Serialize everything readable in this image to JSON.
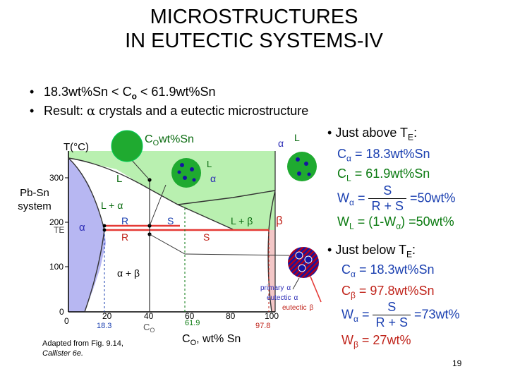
{
  "title": {
    "line1": "MICROSTRUCTURES",
    "line2": "IN EUTECTIC SYSTEMS-IV"
  },
  "bullets": [
    {
      "pre": "18.3wt%Sn < C",
      "sub": "o",
      "post": " < 61.9wt%Sn"
    },
    {
      "pre": "Result:  ",
      "alpha": "α",
      "post": " crystals and a eutectic microstructure"
    }
  ],
  "diagram": {
    "axis_title_y": "T(°C)",
    "composition_label": "C",
    "composition_sub": "O",
    "composition_suffix": "wt%Sn",
    "y_ticks": [
      "300",
      "200",
      "100",
      "0"
    ],
    "te_label": "TE",
    "x_ticks": [
      "0",
      "20",
      "40",
      "60",
      "80",
      "100"
    ],
    "marked_values": [
      "18.3",
      "61.9",
      "97.8"
    ],
    "x_axis_label_c": "C",
    "x_axis_label_sub": "O",
    "x_axis_label_suffix": ", wt% Sn",
    "co_label": "C",
    "co_sub": "O",
    "region_labels": {
      "L": "L",
      "L_alpha": "L + α",
      "alpha": "α",
      "alpha_beta": "α + β",
      "L_beta": "L + β",
      "beta": "β",
      "R": "R",
      "S": "S",
      "L_small": "L",
      "alpha_small": "α",
      "alpha_top": "α",
      "L_top": "L"
    },
    "legend_primary": "primary",
    "legend_primary_alpha": "α",
    "legend_eutectic": "eutectic",
    "legend_eutectic_alpha": "α",
    "legend_eutectic2": "eutectic",
    "legend_eutectic_beta": "β",
    "colors": {
      "liquid": "#b9f0b0",
      "alpha": "#b7b7f2",
      "beta": "#f3c7c7",
      "green_circle": "#1faa30",
      "tie_line": "#e53935",
      "primary_dot": "#1515a0",
      "eutectic_stripe": "#b00020"
    }
  },
  "pbsn_label": {
    "line1": "Pb-Sn",
    "line2": "system"
  },
  "above": {
    "heading": "Just above T",
    "heading_sub": "E",
    "heading_post": ":",
    "c_alpha_label": "C",
    "c_alpha_sub": "α",
    "c_alpha_value": " = 18.3wt%Sn",
    "c_L_label": "C",
    "c_L_sub": "L",
    "c_L_value": " = 61.9wt%Sn",
    "w_alpha_label": "W",
    "w_alpha_sub": "α",
    "w_alpha_eq": " =",
    "w_alpha_num": "S",
    "w_alpha_den": "R + S",
    "w_alpha_result": "=50wt%",
    "w_L_label": "W",
    "w_L_sub": "L",
    "w_L_value": " = (1-W",
    "w_L_sub2": "α",
    "w_L_result": ") =50wt%"
  },
  "below": {
    "heading": "Just below T",
    "heading_sub": "E",
    "heading_post": ":",
    "c_alpha_label": "C",
    "c_alpha_sub": "α",
    "c_alpha_value": " = 18.3wt%Sn",
    "c_beta_label": "C",
    "c_beta_sub": "β",
    "c_beta_value": " = 97.8wt%Sn",
    "w_alpha_label": "W",
    "w_alpha_sub": "α",
    "w_alpha_eq": " =",
    "w_alpha_num": "S",
    "w_alpha_den": "R + S",
    "w_alpha_result": "=73wt%",
    "w_beta_label": "W",
    "w_beta_sub": "β",
    "w_beta_value": " = 27wt%"
  },
  "caption": {
    "line1": "Adapted from Fig. 9.14,",
    "line2": "Callister 6e."
  },
  "page_number": "19"
}
